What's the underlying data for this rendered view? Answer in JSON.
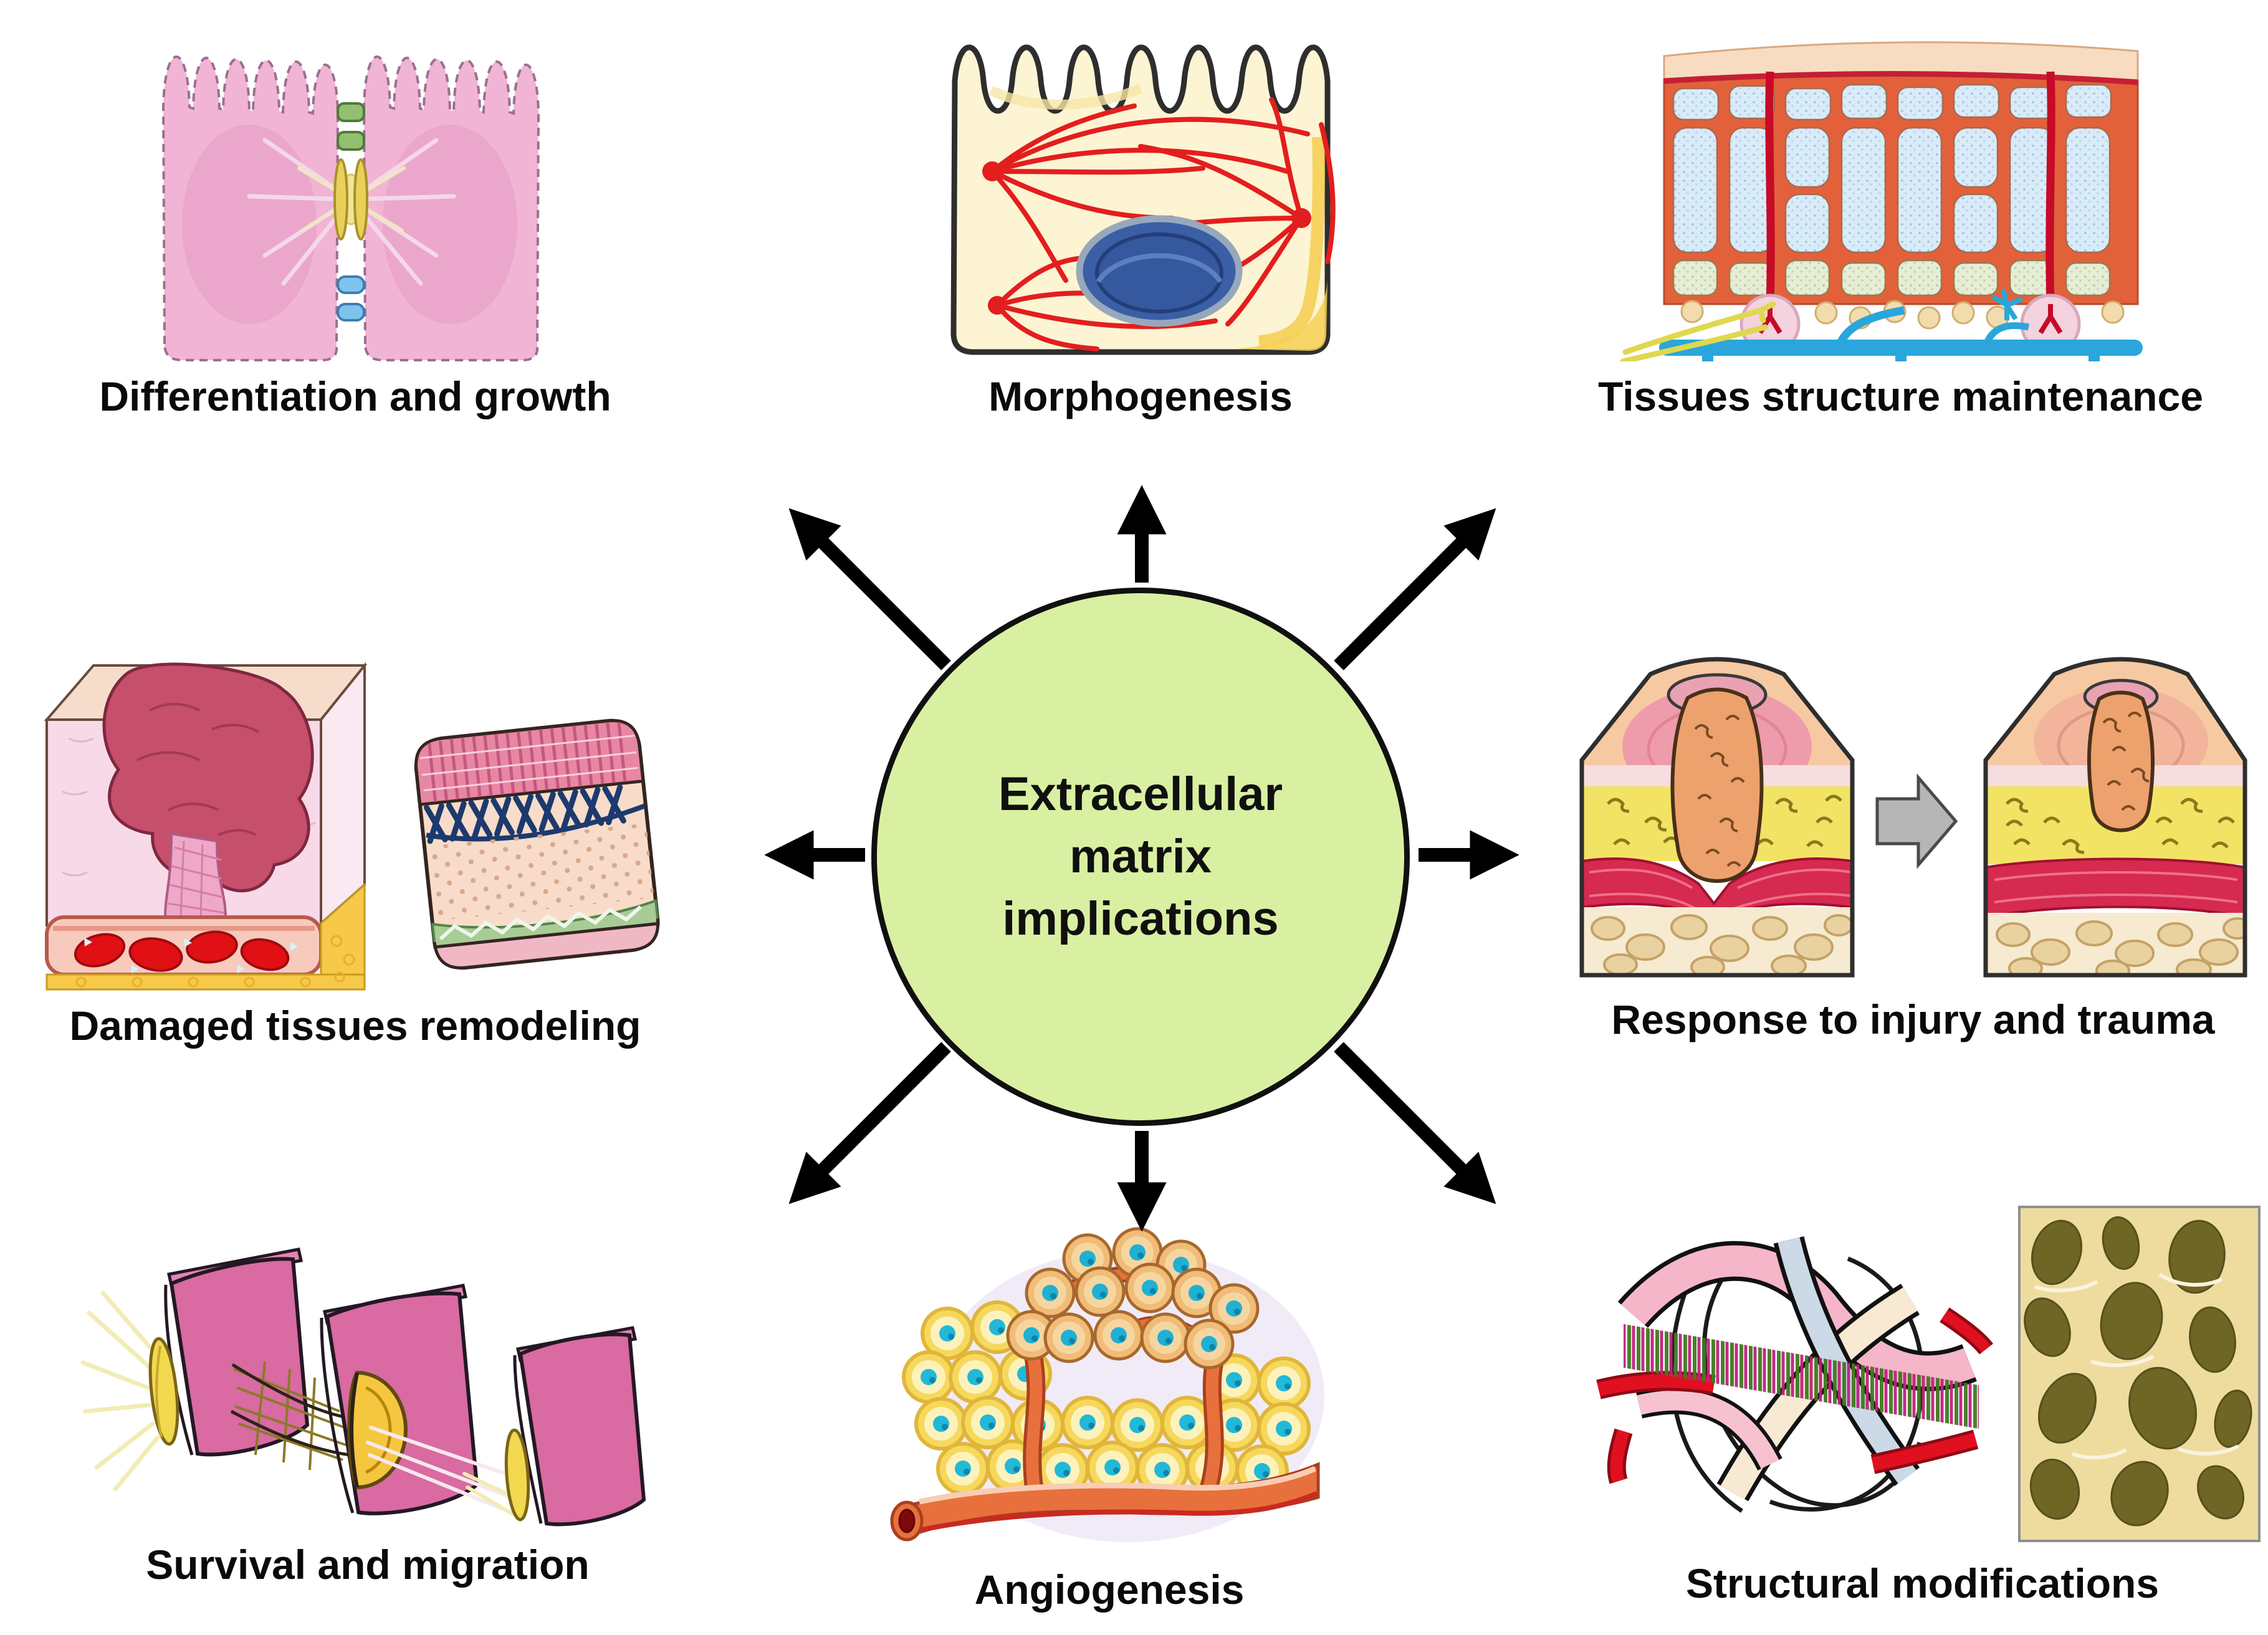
{
  "figure": {
    "background_color": "#ffffff",
    "arrow_color": "#000000"
  },
  "center": {
    "title": "Extracellular matrix implications",
    "fill_color": "#d9f0a2",
    "border_color": "#101010"
  },
  "nodes": [
    {
      "id": "differentiation-and-growth",
      "label": "Differentiation and growth",
      "position": "top-left",
      "icon": "epithelial-cell-junctions-illustration"
    },
    {
      "id": "morphogenesis",
      "label": "Morphogenesis",
      "position": "top-center",
      "icon": "cell-cytoskeleton-illustration"
    },
    {
      "id": "tissues-structure-maintenance",
      "label": "Tissues structure maintenance",
      "position": "top-right",
      "icon": "tissue-cross-section-illustration"
    },
    {
      "id": "damaged-tissues-remodeling",
      "label": "Damaged tissues remodeling",
      "position": "middle-left",
      "icon": "wound-clot-and-sutured-tissue-illustration"
    },
    {
      "id": "response-to-injury-and-trauma",
      "label": "Response to injury and trauma",
      "position": "middle-right",
      "icon": "wound-healing-stages-illustration"
    },
    {
      "id": "survival-and-migration",
      "label": "Survival and migration",
      "position": "bottom-left",
      "icon": "migrating-membrane-sheets-illustration"
    },
    {
      "id": "angiogenesis",
      "label": "Angiogenesis",
      "position": "bottom-center",
      "icon": "sprouting-vessel-cell-cluster-illustration"
    },
    {
      "id": "structural-modifications",
      "label": "Structural modifications",
      "position": "bottom-right",
      "icon": "fiber-bundle-and-trabecular-bone-illustration"
    }
  ],
  "arrows": {
    "directions": [
      "up-left",
      "up",
      "up-right",
      "left",
      "right",
      "down-left",
      "down",
      "down-right"
    ]
  }
}
